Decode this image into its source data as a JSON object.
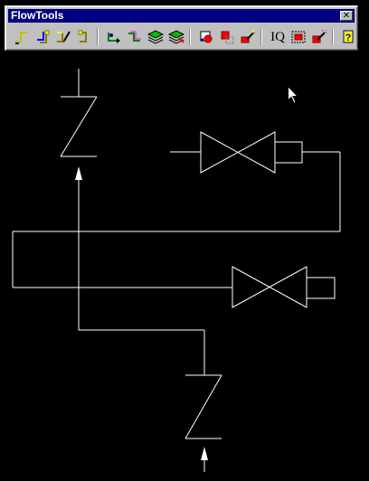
{
  "toolbar": {
    "title": "FlowTools",
    "close_label": "✕",
    "tools": [
      {
        "name": "pipe-route-icon",
        "group": 1
      },
      {
        "name": "pipe-branch-icon",
        "group": 1
      },
      {
        "name": "pipe-edit-icon",
        "group": 1
      },
      {
        "name": "pipe-end-icon",
        "group": 1
      },
      {
        "name": "flow-arrow-icon",
        "group": 2
      },
      {
        "name": "flow-direction-icon",
        "group": 2
      },
      {
        "name": "layer-stack-icon",
        "group": 2
      },
      {
        "name": "layer-edit-icon",
        "group": 2
      },
      {
        "name": "valve-insert-icon",
        "group": 3
      },
      {
        "name": "valve-remove-icon",
        "group": 3
      },
      {
        "name": "attribute-edit-icon",
        "group": 3
      },
      {
        "name": "iq-tool",
        "group": 4,
        "label": "IQ"
      },
      {
        "name": "select-window-icon",
        "group": 4
      },
      {
        "name": "magic-wand-icon",
        "group": 4
      },
      {
        "name": "help-icon",
        "group": 5
      }
    ]
  },
  "colors": {
    "canvas_background": "#000000",
    "line": "#ffffff",
    "titlebar": "#000080",
    "window_face": "#c0c0c0"
  }
}
